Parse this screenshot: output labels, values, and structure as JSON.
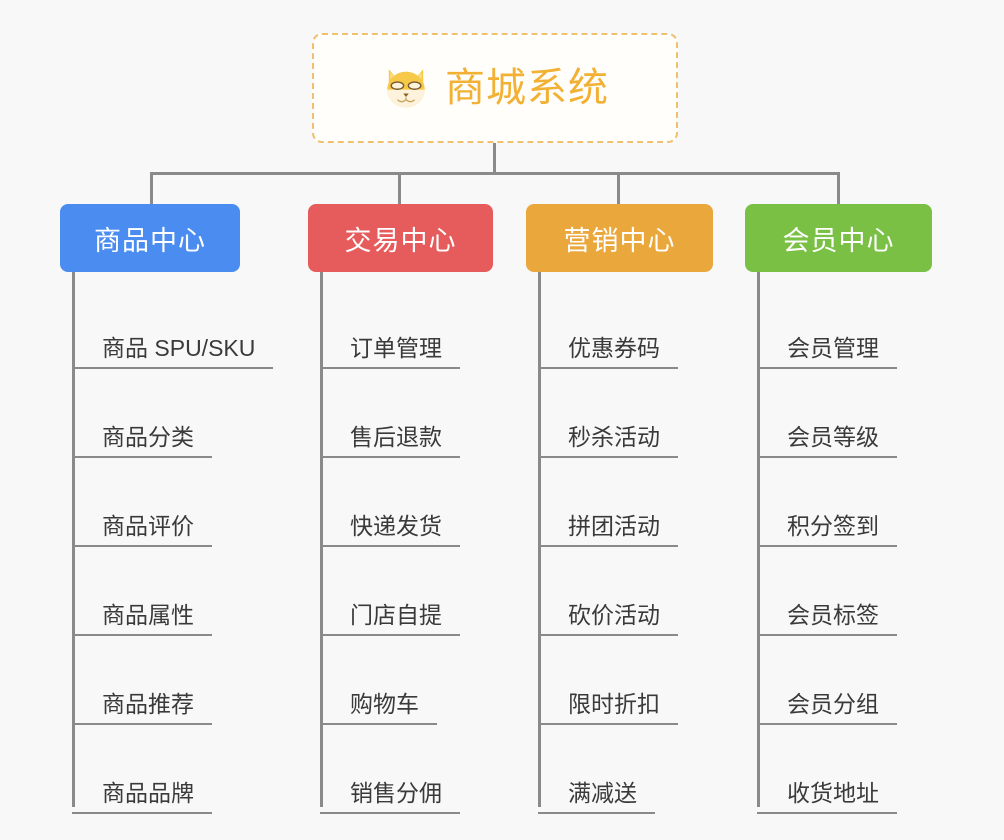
{
  "page": {
    "background_color": "#f8f8f8",
    "line_color": "#8a8a8a"
  },
  "root": {
    "title": "商城系统",
    "icon": "shiba-dog-face-emoji",
    "text_color": "#f2b134",
    "border_color": "#f0c070",
    "background_color": "#fffefb"
  },
  "columns": [
    {
      "title": "商品中心",
      "color": "#4a8cf0",
      "items": [
        "商品 SPU/SKU",
        "商品分类",
        "商品评价",
        "商品属性",
        "商品推荐",
        "商品品牌"
      ]
    },
    {
      "title": "交易中心",
      "color": "#e65c5c",
      "items": [
        "订单管理",
        "售后退款",
        "快递发货",
        "门店自提",
        "购物车",
        "销售分佣"
      ]
    },
    {
      "title": "营销中心",
      "color": "#eaa83c",
      "items": [
        "优惠券码",
        "秒杀活动",
        "拼团活动",
        "砍价活动",
        "限时折扣",
        "满减送"
      ]
    },
    {
      "title": "会员中心",
      "color": "#79c044",
      "items": [
        "会员管理",
        "会员等级",
        "积分签到",
        "会员标签",
        "会员分组",
        "收货地址"
      ]
    }
  ]
}
